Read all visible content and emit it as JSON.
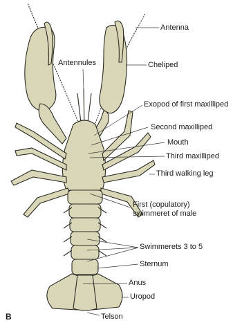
{
  "figure_letter": "B",
  "colors": {
    "body": "#d9d7b8",
    "outline": "#2b2b22",
    "leader": "#3a3a3a",
    "background": "#ffffff"
  },
  "labels": {
    "antenna": "Antenna",
    "antennules": "Antennules",
    "cheliped": "Cheliped",
    "exopod": "Exopod of first maxilliped",
    "second_maxilliped": "Second maxilliped",
    "mouth": "Mouth",
    "third_maxilliped": "Third maxilliped",
    "third_walking_leg": "Third walking leg",
    "swimmeret_line1": "First (copulatory)",
    "swimmeret_line2": "swimmeret of male",
    "swimmerets_3_5": "Swimmerets 3 to 5",
    "sternum": "Sternum",
    "anus": "Anus",
    "uropod": "Uropod",
    "telson": "Telson"
  }
}
